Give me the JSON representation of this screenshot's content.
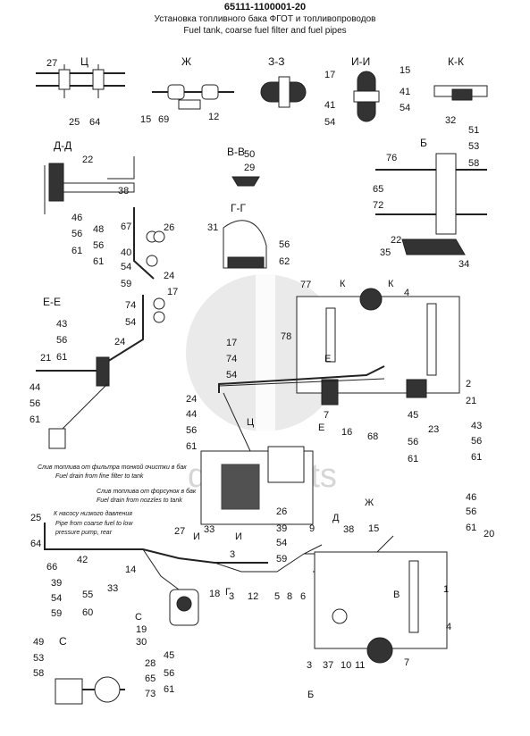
{
  "header": {
    "code": "65111-1100001-20",
    "title_ru": "Установка топливного бака ФГОТ и топливопроводов",
    "title_en": "Fuel tank, coarse fuel filter and fuel pipes"
  },
  "watermark": "dalp   parts",
  "sections": [
    "Ц",
    "Ж",
    "З-З",
    "И-И",
    "К-К",
    "Д-Д",
    "В-В",
    "Б",
    "Г-Г",
    "Е-Е",
    "С"
  ],
  "notes": {
    "drain_fine": "Слив топлива от фильтра тонкой очистки в бак",
    "drain_fine_en": "Fuel drain from fine filter to tank",
    "drain_nozzles": "Слив топлива от форсунок в бак",
    "drain_nozzles_en": "Fuel drain from nozzles to tank",
    "pump": "К насосу низкого давления",
    "pump_en1": "Pipe from coarse fuel to low",
    "pump_en2": "pressure pump, rear"
  },
  "labels": {
    "l27a": "27",
    "l25a": "25",
    "l64a": "64",
    "l15a": "15",
    "l69": "69",
    "l12a": "12",
    "l17a": "17",
    "l41a": "41",
    "l54a": "54",
    "l15b": "15",
    "l41b": "41",
    "l54b": "54",
    "l32": "32",
    "l22a": "22",
    "l50": "50",
    "l29": "29",
    "l51": "51",
    "l53a": "53",
    "l58a": "58",
    "l76": "76",
    "l65a": "65",
    "l72": "72",
    "l22b": "22",
    "l35": "35",
    "l34": "34",
    "l38a": "38",
    "l46a": "46",
    "l48": "48",
    "l56a": "56",
    "l56b": "56",
    "l61a": "61",
    "l61b": "61",
    "l67": "67",
    "l26a": "26",
    "l40": "40",
    "l54c": "54",
    "l24a": "24",
    "l59a": "59",
    "l31": "31",
    "l56c": "56",
    "l62": "62",
    "l17b": "17",
    "l74a": "74",
    "l54d": "54",
    "l77": "77",
    "lK1": "К",
    "lK2": "К",
    "l4a": "4",
    "l43a": "43",
    "l56d": "56",
    "l61c": "61",
    "l24b": "24",
    "l21a": "21",
    "l44a": "44",
    "l56e": "56",
    "l61d": "61",
    "l78": "78",
    "l17c": "17",
    "l74b": "74",
    "l54e": "54",
    "lE1": "Е",
    "lE2": "Е",
    "l7a": "7",
    "l16": "16",
    "l68": "68",
    "l2": "2",
    "l21b": "21",
    "l43b": "43",
    "l45a": "45",
    "l23": "23",
    "l56f": "56",
    "l61e": "61",
    "l56g": "56",
    "l61f": "61",
    "l24c": "24",
    "l44b": "44",
    "l56h": "56",
    "l61g": "61",
    "lC1": "Ц",
    "l26b": "26",
    "l39a": "39",
    "l54f": "54",
    "l59b": "59",
    "lZh": "Ж",
    "l46b": "46",
    "l56i": "56",
    "l61h": "61",
    "l20": "20",
    "l25b": "25",
    "l64b": "64",
    "l27b": "27",
    "l33a": "33",
    "lI1": "И",
    "lI2": "И",
    "l3a": "3",
    "l9": "9",
    "lD": "Д",
    "l38b": "38",
    "l15c": "15",
    "l66": "66",
    "l42": "42",
    "l33b": "33",
    "l39b": "39",
    "l54g": "54",
    "l55": "55",
    "l59c": "59",
    "l60": "60",
    "l14": "14",
    "lG": "Г",
    "l18": "18",
    "l3b": "3",
    "l12b": "12",
    "l5": "5",
    "l8": "8",
    "l6": "6",
    "l1": "1",
    "lV": "В",
    "lS": "С",
    "l19": "19",
    "l30": "30",
    "l28": "28",
    "l45b": "45",
    "l65b": "65",
    "l73": "73",
    "l56j": "56",
    "l61i": "61",
    "l4b": "4",
    "l3c": "3",
    "l37": "37",
    "l10": "10",
    "l11": "11",
    "l7b": "7",
    "lB": "Б",
    "l49": "49",
    "l53b": "53",
    "l58b": "58",
    "lSO": "С"
  }
}
